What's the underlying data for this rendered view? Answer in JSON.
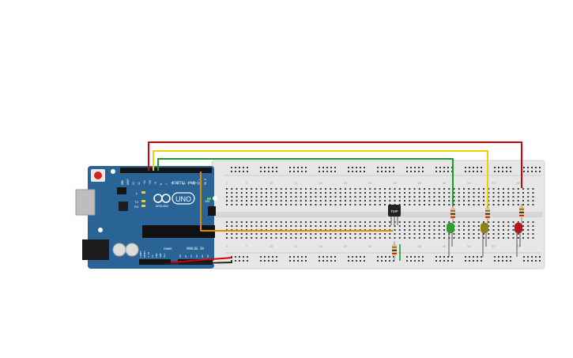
{
  "arduino": {
    "logo_text": "ARDUINO",
    "model": "UNO",
    "digital_label": "DIGITAL (PWM~)",
    "analog_label": "ANALOG IN",
    "power_label": "POWER",
    "on_label": "ON",
    "tx_label": "TX",
    "rx_label": "RX",
    "l_label": "L",
    "top_header_pins": [
      "GND",
      "AREF",
      "13",
      "12",
      "~11",
      "~10",
      "~9",
      "8",
      "7",
      "~6",
      "~5",
      "4",
      "~3",
      "2",
      "TX 1",
      "RX 0"
    ],
    "power_pins": [
      "IOREF",
      "RESET",
      "3.3V",
      "5V",
      "GND",
      "GND",
      "Vin"
    ],
    "analog_pins": [
      "A0",
      "A1",
      "A2",
      "A3",
      "A4",
      "A5"
    ]
  },
  "breadboard": {
    "column_numbers": [
      "1",
      "5",
      "10",
      "15",
      "20",
      "25",
      "30",
      "35",
      "40",
      "45",
      "50",
      "55",
      "60"
    ]
  },
  "components": {
    "sensor_label": "TMP",
    "led_colors": [
      "#2e9e2e",
      "#8f7f16",
      "#b3151b"
    ]
  },
  "colors": {
    "board_blue": "#2a6496",
    "wire_red": "#d40000",
    "wire_yellow": "#f0d000",
    "wire_green": "#1f9a2a",
    "wire_orange": "#e08a00",
    "wire_black": "#222222",
    "breadboard_body": "#e6e6e6"
  }
}
